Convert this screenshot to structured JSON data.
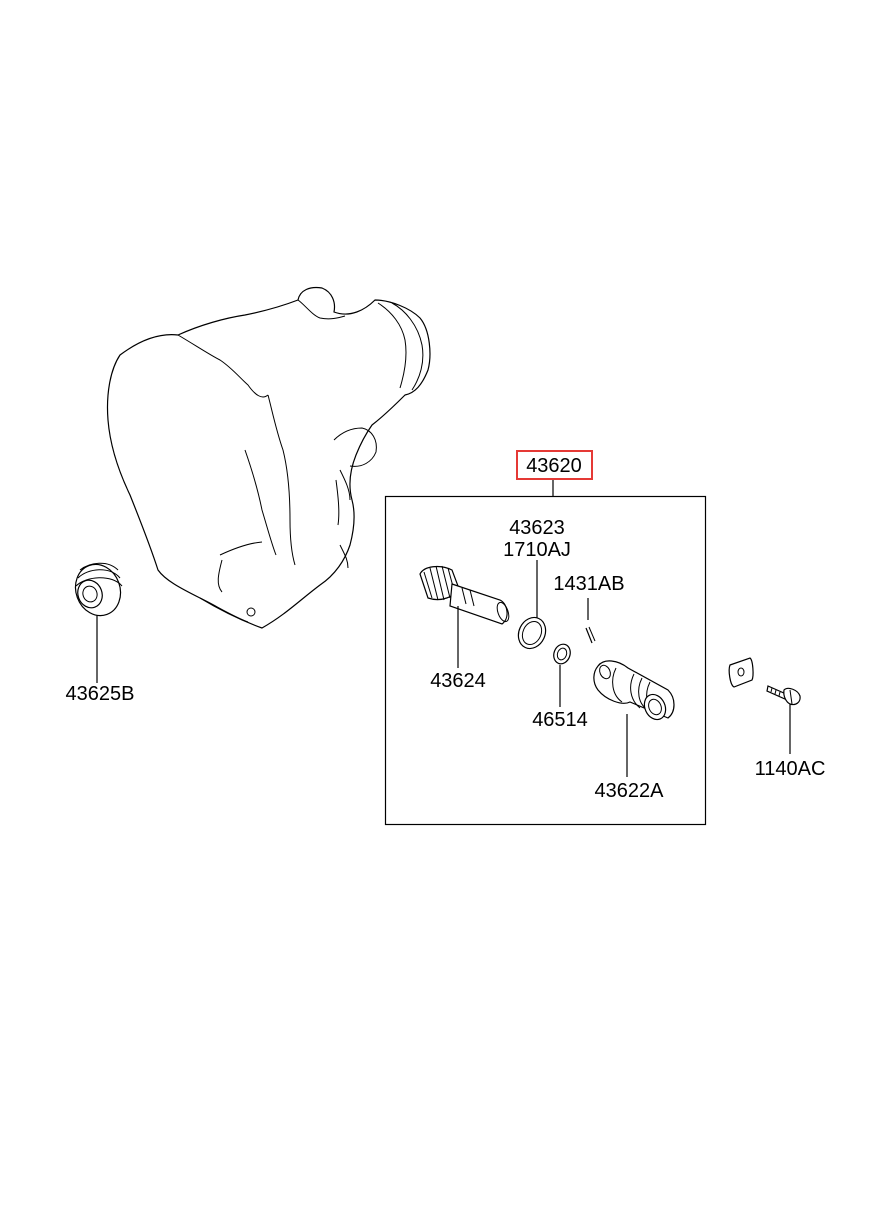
{
  "diagram": {
    "assembly_label": "43620",
    "highlight_color": "#e53935",
    "parts": {
      "p43623": "43623",
      "p1710AJ": "1710AJ",
      "p1431AB": "1431AB",
      "p43624": "43624",
      "p46514": "46514",
      "p43622A": "43622A",
      "p43625B": "43625B",
      "p1140AC": "1140AC"
    }
  }
}
